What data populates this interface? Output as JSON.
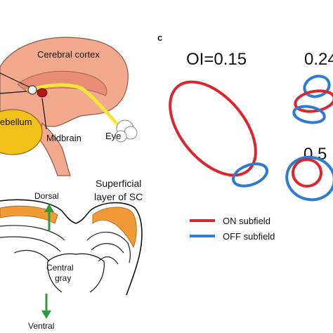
{
  "brain_panel": {
    "cortex_label": "Cerebral cortex",
    "cerebellum_label": "ebellum",
    "midbrain_label": "Midbrain",
    "eye_label": "Eye"
  },
  "sc_panel": {
    "superficial_label_line1": "Superficial",
    "superficial_label_line2": "layer of SC",
    "dorsal_label": "Dorsal",
    "central_gray_line1": "Central",
    "central_gray_line2": "gray",
    "ventral_label": "Ventral"
  },
  "overlap_panel": {
    "panel_letter": "c",
    "example_1_label": "OI=0.15",
    "example_2_label": "0.24",
    "example_3_label": "0.5",
    "legend": [
      {
        "label": "ON subfield",
        "color": "#d7282f"
      },
      {
        "label": "OFF subfield",
        "color": "#2e7bd1"
      }
    ]
  },
  "colors": {
    "cortex_fill": "#f2a98e",
    "cerebellum_fill": "#f2c21b",
    "optic_tract": "#f4e53a",
    "sc_layer": "#f29a36",
    "arrow_green": "#2e9a3a",
    "on_red": "#d7282f",
    "off_blue": "#2e7bd1"
  }
}
